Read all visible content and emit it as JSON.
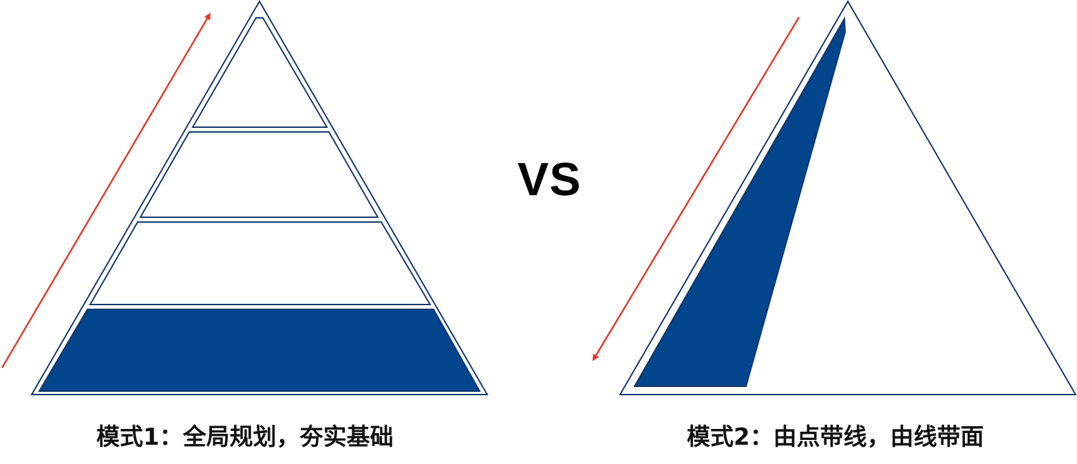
{
  "vs_label": "VS",
  "mode1": {
    "caption": "模式1：全局规划，夯实基础",
    "layers": 4,
    "filled_layer": "bottom",
    "arrow_direction": "up"
  },
  "mode2": {
    "caption": "模式2：由点带线，由线带面",
    "filled_region": "left-edge-sliver",
    "arrow_direction": "down"
  },
  "colors": {
    "outline": "#14376b",
    "fill": "#02458c",
    "arrow": "#e03a2e",
    "text": "#111111"
  }
}
